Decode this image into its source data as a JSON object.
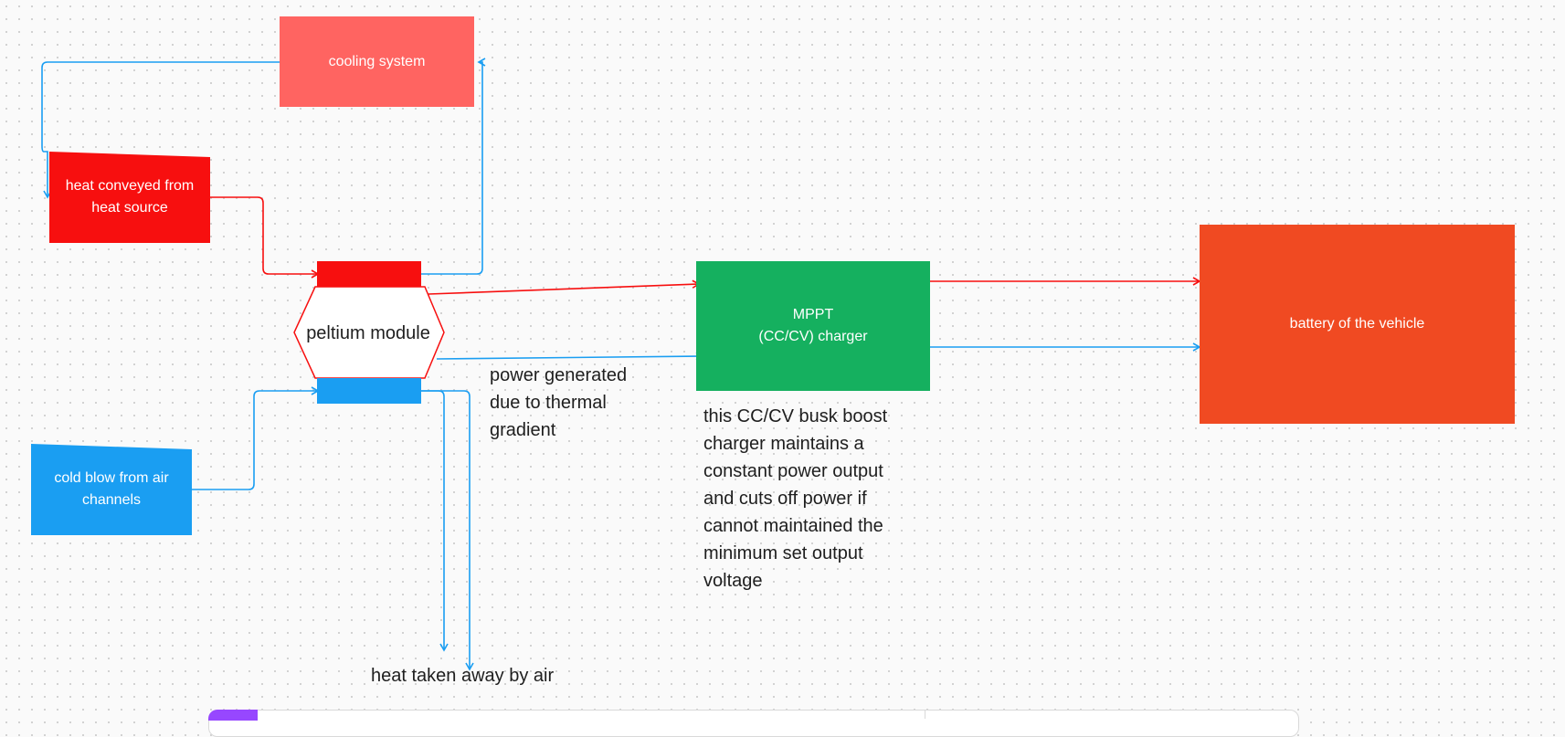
{
  "diagram": {
    "nodes": {
      "cooling_system": "cooling system",
      "heat_source": "heat conveyed from\nheat source",
      "cold_air": "cold blow from air\nchannels",
      "peltier": "peltium module",
      "mppt": "MPPT\n(CC/CV) charger",
      "battery": "battery of the vehicle"
    },
    "annotations": {
      "power_generated": "power generated\ndue to thermal\ngradient",
      "mppt_description": "this CC/CV busk boost\ncharger maintains a\nconstant power output\nand cuts off power if\ncannot maintained the\nminimum set output\nvoltage",
      "heat_taken": "heat taken away by air"
    },
    "colors": {
      "hot_red": "#f70f0f",
      "cooling_red": "#ff6461",
      "cold_blue": "#1a9ef2",
      "mppt_green": "#15b05f",
      "battery_orange": "#f04a22",
      "connector_red": "#f70f0f",
      "connector_blue": "#1a9ef2"
    }
  }
}
